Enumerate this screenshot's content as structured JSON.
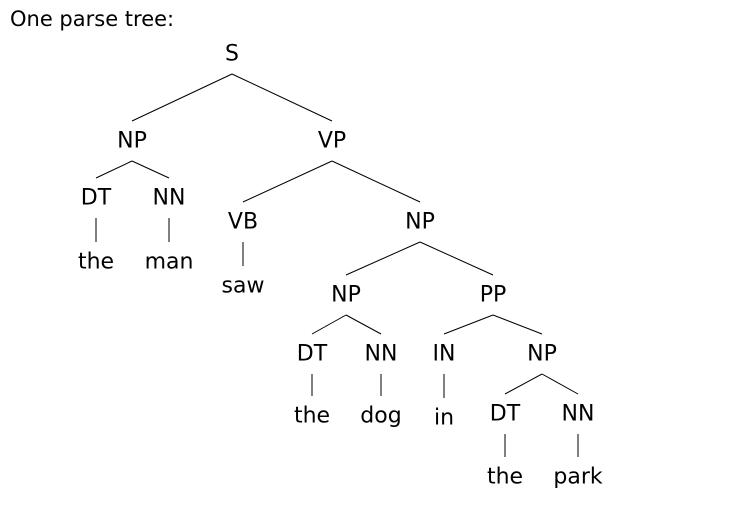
{
  "heading": "One parse tree:",
  "tree": {
    "label": "S",
    "children": [
      {
        "label": "NP",
        "children": [
          {
            "label": "DT",
            "children": [
              {
                "label": "the"
              }
            ]
          },
          {
            "label": "NN",
            "children": [
              {
                "label": "man"
              }
            ]
          }
        ]
      },
      {
        "label": "VP",
        "children": [
          {
            "label": "VB",
            "children": [
              {
                "label": "saw"
              }
            ]
          },
          {
            "label": "NP",
            "children": [
              {
                "label": "NP",
                "children": [
                  {
                    "label": "DT",
                    "children": [
                      {
                        "label": "the"
                      }
                    ]
                  },
                  {
                    "label": "NN",
                    "children": [
                      {
                        "label": "dog"
                      }
                    ]
                  }
                ]
              },
              {
                "label": "PP",
                "children": [
                  {
                    "label": "IN",
                    "children": [
                      {
                        "label": "in"
                      }
                    ]
                  },
                  {
                    "label": "NP",
                    "children": [
                      {
                        "label": "DT",
                        "children": [
                          {
                            "label": "the"
                          }
                        ]
                      },
                      {
                        "label": "NN",
                        "children": [
                          {
                            "label": "park"
                          }
                        ]
                      }
                    ]
                  }
                ]
              }
            ]
          }
        ]
      }
    ]
  }
}
